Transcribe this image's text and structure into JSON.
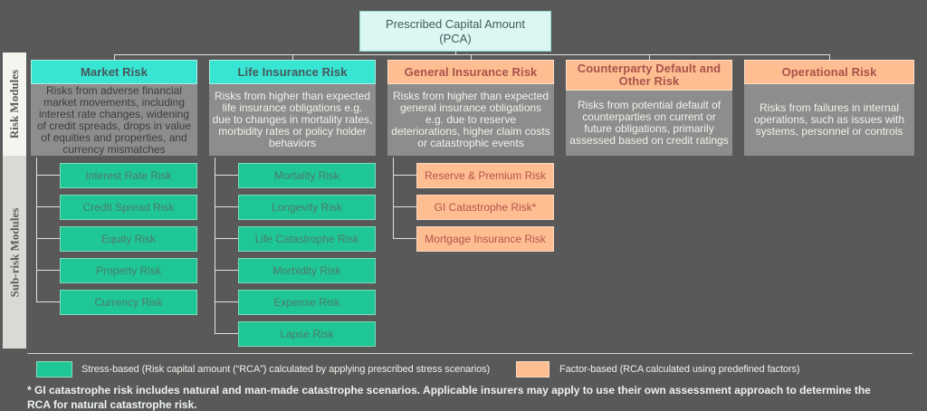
{
  "title_box": {
    "label": "Prescribed Capital Amount (PCA)"
  },
  "side_labels": {
    "top": "Risk Modules",
    "bottom": "Sub-risk Modules"
  },
  "columns": [
    {
      "header": "Market Risk",
      "category": "stress-based",
      "description": "Risks from adverse financial market movements, including interest rate changes, widening of credit spreads, drops in value of equities and properties, and currency mismatches",
      "sub_risks": [
        "Interest Rate Risk",
        "Credit Spread Risk",
        "Equity Risk",
        "Property Risk",
        "Currency Risk"
      ]
    },
    {
      "header": "Life Insurance Risk",
      "category": "stress-based",
      "description": "Risks from higher than expected life insurance obligations e.g. due to changes in mortality rates, morbidity rates or policy holder behaviors",
      "sub_risks": [
        "Mortality Risk",
        "Longevity Risk",
        "Life Catastrophe Risk",
        "Morbidity Risk",
        "Expense Risk",
        "Lapse Risk"
      ]
    },
    {
      "header": "General Insurance Risk",
      "category": "factor-based",
      "description": "Risks from higher than expected general insurance obligations e.g. due to reserve deteriorations, higher claim costs or catastrophic events",
      "sub_risks": [
        "Reserve & Premium Risk",
        "GI Catastrophe Risk*",
        "Mortgage Insurance Risk"
      ]
    },
    {
      "header": "Counterparty Default  and Other Risk",
      "category": "factor-based",
      "description": "Risks from potential default of counterparties on current or future obligations, primarily assessed based on credit ratings",
      "sub_risks": []
    },
    {
      "header": "Operational Risk",
      "category": "factor-based",
      "description": "Risks from failures in internal operations, such as issues with systems, personnel or controls",
      "sub_risks": []
    }
  ],
  "legend": {
    "stress_label": "Stress-based  (Risk capital amount (“RCA”) calculated by applying prescribed stress scenarios)",
    "factor_label": "Factor-based (RCA calculated using predefined factors)"
  },
  "footnote": "* GI catastrophe risk includes natural and man-made catastrophe scenarios.   Applicable insurers may apply to use their own assessment approach to determine the RCA for natural catastrophe risk.",
  "colors": {
    "background": "#595959",
    "description_panel": "#8D8D8D",
    "stress_header": "#38E5D3",
    "stress_box": "#1EC795",
    "factor": "#FFBE92",
    "pca_box": "#DCF6F3",
    "connector_line": "#E2E3DA",
    "light_text": "#F2F1EA",
    "dark_text": "#3D3D3D",
    "peach_text": "#A9534B"
  }
}
